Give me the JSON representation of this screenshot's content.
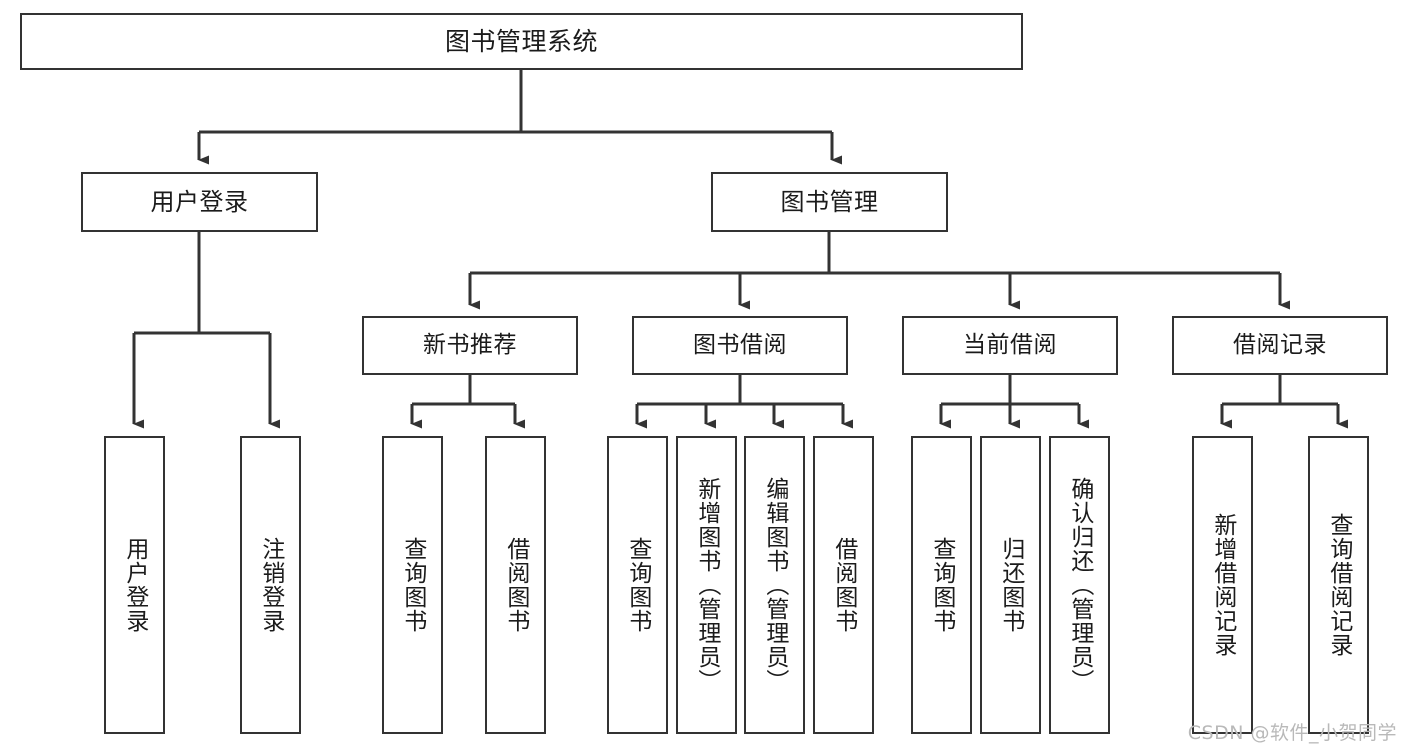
{
  "diagram": {
    "type": "tree",
    "title": "图书管理系统",
    "root": {
      "label": "图书管理系统"
    },
    "level2": [
      {
        "label": "用户登录"
      },
      {
        "label": "图书管理"
      }
    ],
    "level3": [
      {
        "label": "新书推荐"
      },
      {
        "label": "图书借阅"
      },
      {
        "label": "当前借阅"
      },
      {
        "label": "借阅记录"
      }
    ],
    "leaves": {
      "user_login": [
        {
          "label": "用户登录"
        },
        {
          "label": "注销登录"
        }
      ],
      "new_book": [
        {
          "label": "查询图书"
        },
        {
          "label": "借阅图书"
        }
      ],
      "book_borrow": [
        {
          "label": "查询图书"
        },
        {
          "label": "新增图书（管理员）"
        },
        {
          "label": "编辑图书（管理员）"
        },
        {
          "label": "借阅图书"
        }
      ],
      "current_borrow": [
        {
          "label": "查询图书"
        },
        {
          "label": "归还图书"
        },
        {
          "label": "确认归还（管理员）"
        }
      ],
      "borrow_record": [
        {
          "label": "新增借阅记录"
        },
        {
          "label": "查询借阅记录"
        }
      ]
    },
    "watermark": "CSDN @软件_小贺同学",
    "colors": {
      "border": "#333333",
      "text": "#1b1b1b",
      "background": "#ffffff",
      "watermark": "#b9b9b9"
    }
  }
}
